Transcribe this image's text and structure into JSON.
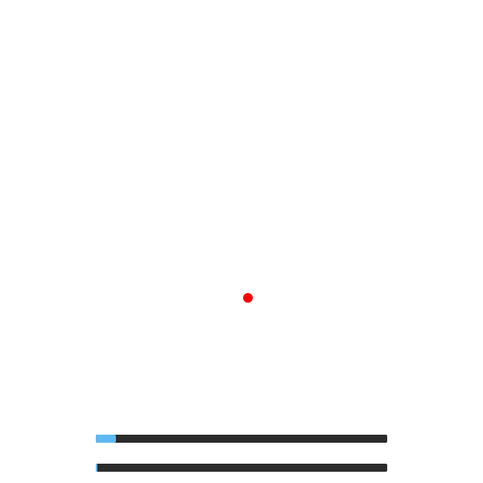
{
  "colors": {
    "background": "#ffffff",
    "target": "#ff0000",
    "bar_track": "#2b2b2b",
    "bar_fill": "#5fb8f2"
  },
  "game": {
    "target_icon": "red-dot-icon",
    "bars": [
      {
        "name": "primary-progress",
        "fraction": 0.07
      },
      {
        "name": "secondary-progress",
        "fraction": 0.005
      }
    ]
  }
}
